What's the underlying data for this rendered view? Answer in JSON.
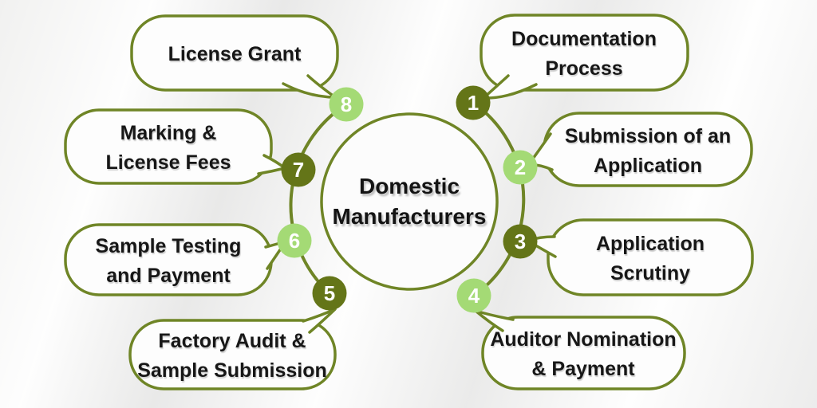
{
  "title": {
    "line1": "Domestic",
    "line2": "Manufacturers"
  },
  "colors": {
    "stroke_olive": "#6f8526",
    "dark_circle": "#647518",
    "light_circle": "#a4da75",
    "bubble_fill": "#fdfdfd",
    "center_fill": "#fcfcfc",
    "number_text": "#ffffff",
    "label_text": "#171717"
  },
  "steps": [
    {
      "num": "1",
      "line1": "Documentation",
      "line2": "Process",
      "circle_fill": "#647518"
    },
    {
      "num": "2",
      "line1": "Submission of an",
      "line2": "Application",
      "circle_fill": "#a4da75"
    },
    {
      "num": "3",
      "line1": "Application",
      "line2": "Scrutiny",
      "circle_fill": "#647518"
    },
    {
      "num": "4",
      "line1": "Auditor Nomination",
      "line2": "& Payment",
      "circle_fill": "#a4da75"
    },
    {
      "num": "5",
      "line1": "Factory Audit &",
      "line2": "Sample Submission",
      "circle_fill": "#647518"
    },
    {
      "num": "6",
      "line1": "Sample Testing",
      "line2": "and Payment",
      "circle_fill": "#a4da75"
    },
    {
      "num": "7",
      "line1": "Marking &",
      "line2": "License Fees",
      "circle_fill": "#647518"
    },
    {
      "num": "8",
      "line1": "License Grant",
      "line2": "",
      "circle_fill": "#a4da75"
    }
  ]
}
